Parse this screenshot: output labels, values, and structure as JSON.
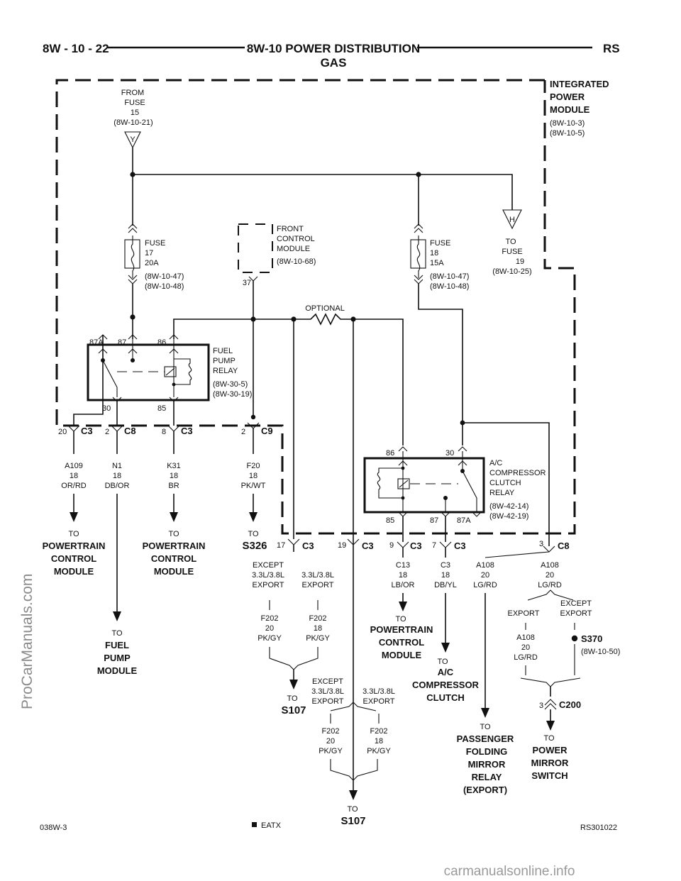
{
  "header": {
    "left": "8W - 10 - 22",
    "title": "8W-10 POWER DISTRIBUTION",
    "subtitle": "GAS",
    "right": "RS"
  },
  "ipm": {
    "l1": "INTEGRATED",
    "l2": "POWER",
    "l3": "MODULE",
    "r1": "(8W-10-3)",
    "r2": "(8W-10-5)"
  },
  "from_fuse": {
    "l1": "FROM",
    "l2": "FUSE",
    "l3": "15",
    "l4": "(8W-10-21)",
    "conn": "Y"
  },
  "to_fuse": {
    "conn": "H",
    "l1": "TO",
    "l2": "FUSE",
    "l3": "19",
    "l4": "(8W-10-25)"
  },
  "fuse17": {
    "l1": "FUSE",
    "l2": "17",
    "l3": "20A",
    "r1": "(8W-10-47)",
    "r2": "(8W-10-48)"
  },
  "fuse18": {
    "l1": "FUSE",
    "l2": "18",
    "l3": "15A",
    "r1": "(8W-10-47)",
    "r2": "(8W-10-48)"
  },
  "fcm": {
    "l1": "FRONT",
    "l2": "CONTROL",
    "l3": "MODULE",
    "r1": "(8W-10-68)",
    "pin": "37"
  },
  "optional": "OPTIONAL",
  "fuel_relay": {
    "l1": "FUEL",
    "l2": "PUMP",
    "l3": "RELAY",
    "r1": "(8W-30-5)",
    "r2": "(8W-30-19)",
    "p87a": "87A",
    "p87": "87",
    "p86": "86",
    "p30": "30",
    "p85": "85"
  },
  "ac_relay": {
    "l1": "A/C",
    "l2": "COMPRESSOR",
    "l3": "CLUTCH",
    "l4": "RELAY",
    "r1": "(8W-42-14)",
    "r2": "(8W-42-19)",
    "p86": "86",
    "p30": "30",
    "p85": "85",
    "p87": "87",
    "p87a": "87A"
  },
  "connectors": {
    "c1": {
      "pin": "20",
      "name": "C3"
    },
    "c2": {
      "pin": "2",
      "name": "C8"
    },
    "c3": {
      "pin": "8",
      "name": "C3"
    },
    "c4": {
      "pin": "2",
      "name": "C9"
    },
    "c5": {
      "pin": "17",
      "name": "C3"
    },
    "c6": {
      "pin": "19",
      "name": "C3"
    },
    "c7": {
      "pin": "9",
      "name": "C3"
    },
    "c8": {
      "pin": "7",
      "name": "C3"
    },
    "c9": {
      "pin": "3",
      "name": "C8"
    },
    "c200": {
      "pin": "3",
      "name": "C200"
    }
  },
  "wires": {
    "a109": {
      "code": "A109",
      "gauge": "18",
      "color": "OR/RD"
    },
    "n1": {
      "code": "N1",
      "gauge": "18",
      "color": "DB/OR"
    },
    "k31": {
      "code": "K31",
      "gauge": "18",
      "color": "BR"
    },
    "f20": {
      "code": "F20",
      "gauge": "18",
      "color": "PK/WT"
    },
    "c13": {
      "code": "C13",
      "gauge": "18",
      "color": "LB/OR"
    },
    "c3w": {
      "code": "C3",
      "gauge": "18",
      "color": "DB/YL"
    },
    "a108a": {
      "code": "A108",
      "gauge": "20",
      "color": "LG/RD"
    },
    "a108b": {
      "code": "A108",
      "gauge": "20",
      "color": "LG/RD"
    },
    "a108c": {
      "code": "A108",
      "gauge": "20",
      "color": "LG/RD"
    },
    "f202a": {
      "code": "F202",
      "gauge": "20",
      "color": "PK/GY"
    },
    "f202b": {
      "code": "F202",
      "gauge": "18",
      "color": "PK/GY"
    },
    "f202c": {
      "code": "F202",
      "gauge": "20",
      "color": "PK/GY"
    },
    "f202d": {
      "code": "F202",
      "gauge": "18",
      "color": "PK/GY"
    }
  },
  "options": {
    "except": "EXCEPT",
    "engine": "3.3L/3.8L",
    "export": "EXPORT"
  },
  "destinations": {
    "to": "TO",
    "pcm1": {
      "l1": "POWERTRAIN",
      "l2": "CONTROL",
      "l3": "MODULE"
    },
    "pcm2": {
      "l1": "POWERTRAIN",
      "l2": "CONTROL",
      "l3": "MODULE"
    },
    "pcm3": {
      "l1": "POWERTRAIN",
      "l2": "CONTROL",
      "l3": "MODULE"
    },
    "s326": "S326",
    "fuel_pump": {
      "l1": "FUEL",
      "l2": "PUMP",
      "l3": "MODULE"
    },
    "s107a": "S107",
    "s107b": "S107",
    "ac_clutch": {
      "l1": "A/C",
      "l2": "COMPRESSOR",
      "l3": "CLUTCH"
    },
    "pass_mirror": {
      "l1": "PASSENGER",
      "l2": "FOLDING",
      "l3": "MIRROR",
      "l4": "RELAY",
      "l5": "(EXPORT)"
    },
    "power_mirror": {
      "l1": "POWER",
      "l2": "MIRROR",
      "l3": "SWITCH"
    }
  },
  "splice": {
    "name": "S370",
    "ref": "(8W-10-50)"
  },
  "footer": {
    "left": "038W-3",
    "legend": "EATX",
    "right": "RS301022"
  },
  "watermarks": {
    "side": "ProCarManuals.com",
    "bottom": "carmanualsonline.info"
  }
}
